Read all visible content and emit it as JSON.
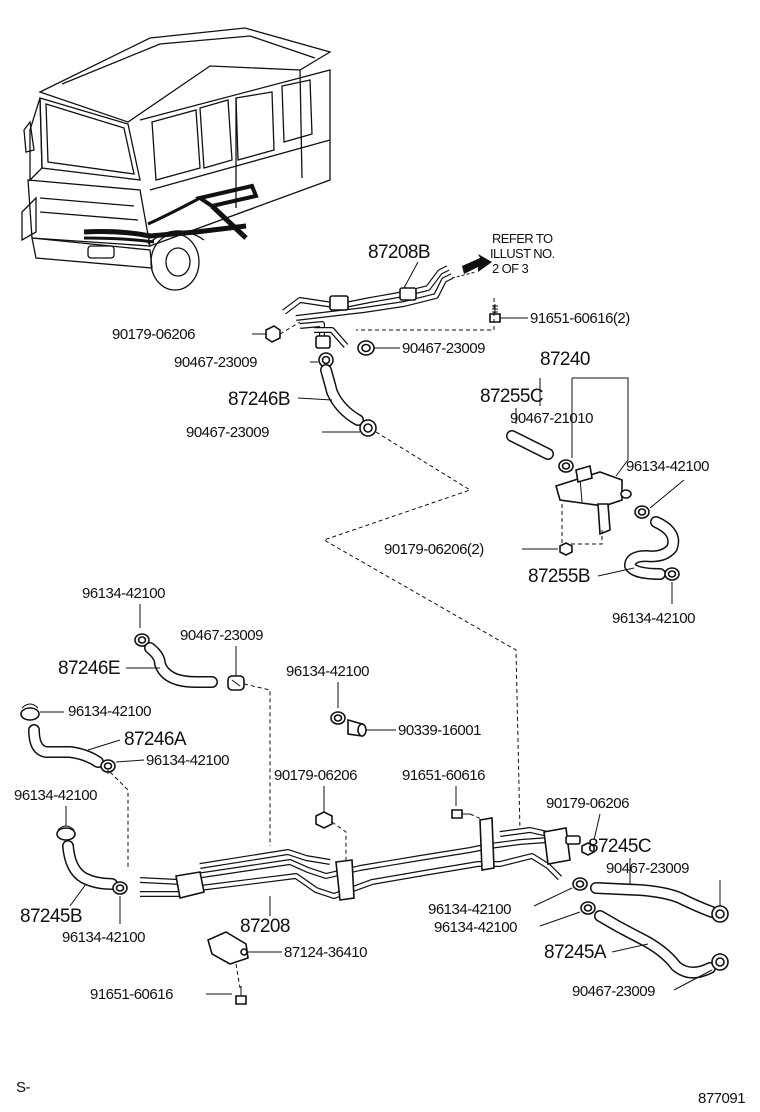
{
  "diagram": {
    "ref_note": [
      "REFER TO",
      "ILLUST NO.",
      "2  OF 3"
    ],
    "figure_number": "877091",
    "corner_mark": "S-",
    "labels": {
      "p87208B": "87208B",
      "p91651_60616_2": "91651-60616(2)",
      "p90179_06206_a": "90179-06206",
      "p90467_23009_a": "90467-23009",
      "p90467_23009_b": "90467-23009",
      "p87246B": "87246B",
      "p90467_23009_c": "90467-23009",
      "p87240": "87240",
      "p87255C": "87255C",
      "p90467_21010": "90467-21010",
      "p96134_42100_a": "96134-42100",
      "p90179_06206_2": "90179-06206(2)",
      "p87255B": "87255B",
      "p96134_42100_b": "96134-42100",
      "p96134_42100_c": "96134-42100",
      "p90467_23009_d": "90467-23009",
      "p87246E": "87246E",
      "p96134_42100_d": "96134-42100",
      "p90339_16001": "90339-16001",
      "p96134_42100_e": "96134-42100",
      "p87246A": "87246A",
      "p96134_42100_f": "96134-42100",
      "p90179_06206_b": "90179-06206",
      "p91651_60616_a": "91651-60616",
      "p96134_42100_g": "96134-42100",
      "p90179_06206_c": "90179-06206",
      "p87245C": "87245C",
      "p90467_23009_e": "90467-23009",
      "p87245B": "87245B",
      "p96134_42100_h": "96134-42100",
      "p87208": "87208",
      "p96134_42100_i": "96134-42100",
      "p96134_42100_j": "96134-42100",
      "p87245A": "87245A",
      "p87124_36410": "87124-36410",
      "p90467_23009_f": "90467-23009",
      "p91651_60616_b": "91651-60616"
    }
  }
}
